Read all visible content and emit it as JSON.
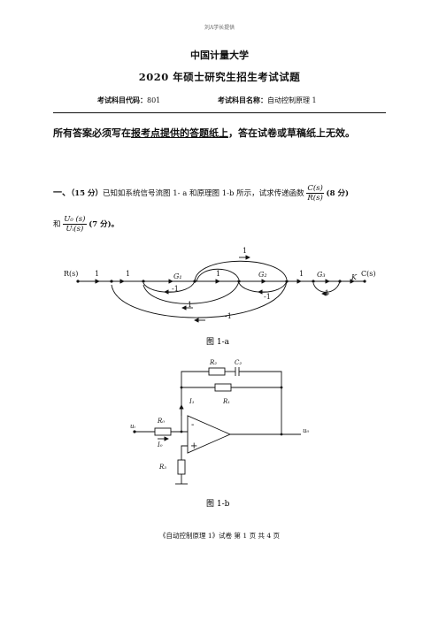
{
  "header": {
    "watermark": "刘A学长提供",
    "school": "中国计量大学",
    "title": "2020 年硕士研究生招生考试试题",
    "code_label": "考试科目代码：",
    "code_value": "801",
    "name_label": "考试科目名称：",
    "name_value": "自动控制原理 1"
  },
  "notice": {
    "part1": "所有答案必须写在",
    "part2": "报考点提供的答题纸上",
    "part3": "，答在试卷或草稿纸上无效。"
  },
  "question1": {
    "number": "一、",
    "score": "（15 分）",
    "text": "已知如系统信号流图 1- a 和原理图 1-b 所示，试求传递函数",
    "frac1_num": "C(s)",
    "frac1_den": "R(s)",
    "score1": "(8 分)",
    "and": "和",
    "frac2_num": "U₀ (s)",
    "frac2_den": "Uᵢ(s)",
    "score2": "(7 分)。"
  },
  "figure_a": {
    "caption": "图  1-a",
    "input": "R(s)",
    "output": "C(s)",
    "gain_one": "1",
    "g1": "G₁",
    "g2": "G₂",
    "g3": "G₃",
    "k": "K",
    "neg_one": "-1"
  },
  "figure_b": {
    "caption": "图  1-b",
    "r2": "R₂",
    "c2": "C₂",
    "r1": "R₁",
    "i1": "I₁",
    "r0": "R₀",
    "i0": "I₀",
    "r3": "R₃",
    "ui": "uᵢ",
    "uo": "u₀",
    "minus": "-",
    "plus": "+"
  },
  "footer": "《自动控制原理 1》试卷    第 1 页    共 4 页"
}
